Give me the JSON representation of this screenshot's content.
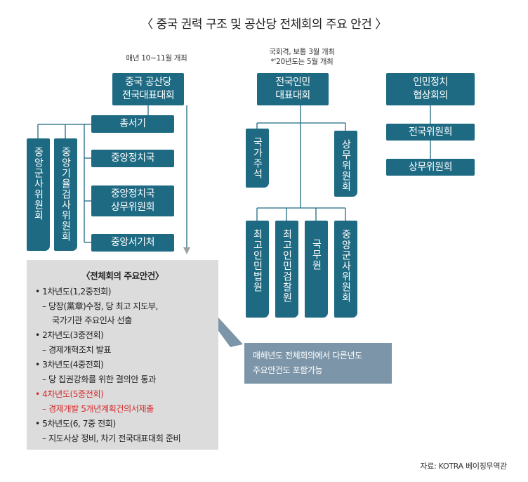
{
  "title": "〈 중국 권력 구조 및 공산당 전체회의 주요 안건 〉",
  "notes": {
    "congress_schedule": "매년 10~11월 개최",
    "npc_schedule_1": "국회격, 보통 3월 개최",
    "npc_schedule_2": "*'20년도는 5월 개최"
  },
  "party": {
    "congress_line1": "중국 공산당",
    "congress_line2": "전국대표대회",
    "general_secretary": "총서기",
    "politburo": "중앙정치국",
    "standing_line1": "중앙정치국",
    "standing_line2": "상무위원회",
    "secretariat": "중앙서기처",
    "military_commission": "중앙군사위원회",
    "discipline_commission": "중앙기율검사위원회"
  },
  "npc": {
    "line1": "전국인민",
    "line2": "대표대회",
    "president": "국가주석",
    "standing_committee": "상무위원회",
    "supreme_court": "최고인민법원",
    "procuratorate": "최고인민검찰원",
    "state_council": "국무원",
    "military_commission": "중앙군사위원회"
  },
  "cppcc": {
    "line1": "인민정치",
    "line2": "협상회의",
    "national_committee": "전국위원회",
    "standing_committee": "상무위원회"
  },
  "agenda": {
    "title": "〈전체회의 주요안건〉",
    "lines": [
      "• 1차년도(1,2중전회)",
      "– 당장(黨章)수정, 당 최고 지도부,",
      "국가기관 주요인사 선출",
      "• 2차년도(3중전회)",
      "– 경제개혁조치 발표",
      "• 3차년도(4중전회)",
      "– 당 집권강화를 위한 결의안 통과",
      "• 4차년도(5중전회)",
      "– 경제개발 5개년계획건의서제출",
      "• 5차년도(6, 7중 전회)",
      "– 지도사상 정비, 차기 전국대표대회 준비"
    ]
  },
  "callout": {
    "line1": "매해년도 전체회의에서 다른년도",
    "line2": "주요안건도 포함가능"
  },
  "source": "자료: KOTRA 베이징무역관",
  "colors": {
    "box": "#1e6a83",
    "agenda_bg": "#dcdcdd",
    "callout_bg": "#7c95a8",
    "highlight": "#d62d2d",
    "connector": "#1e6a83"
  }
}
